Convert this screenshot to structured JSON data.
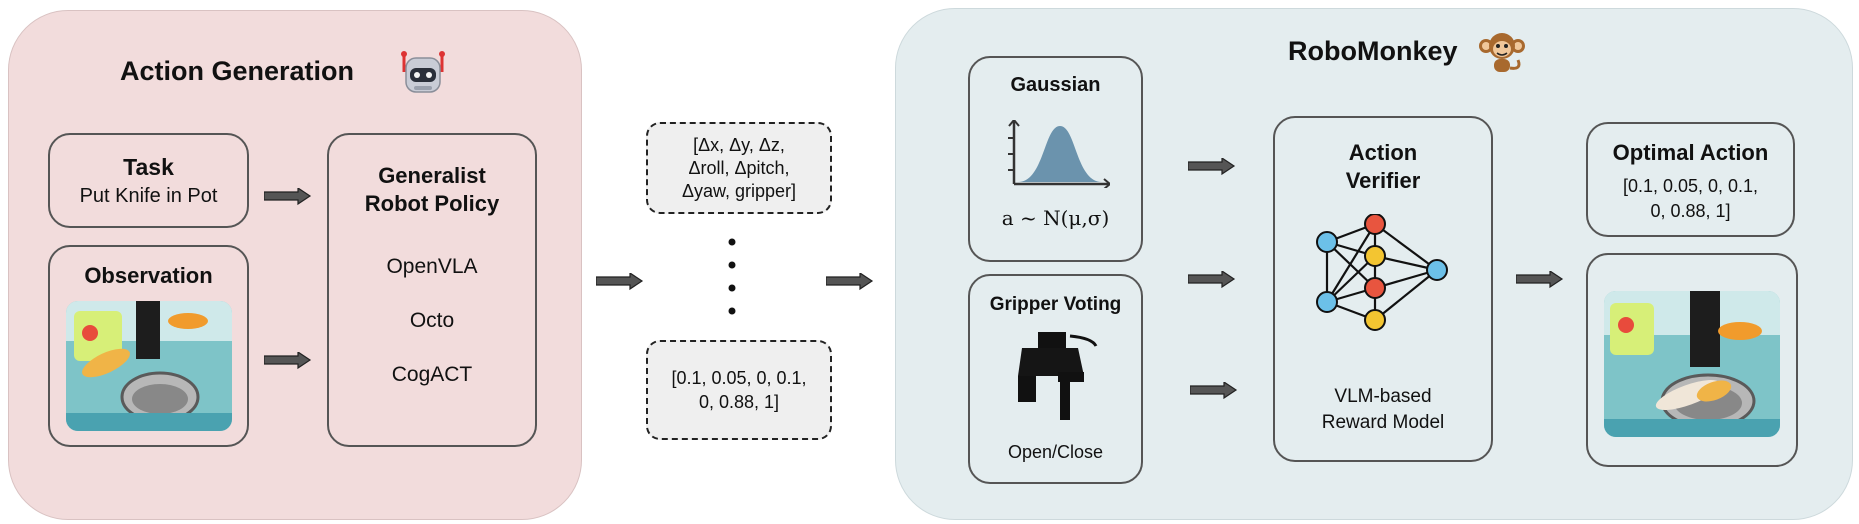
{
  "left_panel": {
    "title": "Action Generation",
    "task": {
      "title": "Task",
      "text": "Put Knife in Pot"
    },
    "observation": {
      "title": "Observation"
    },
    "policy": {
      "title_line1": "Generalist",
      "title_line2": "Robot Policy",
      "models": [
        "OpenVLA",
        "Octo",
        "CogACT"
      ]
    }
  },
  "middle": {
    "action_format_lines": [
      "[Δx, Δy, Δz,",
      "Δroll, Δpitch,",
      "Δyaw, gripper]"
    ],
    "example_action_lines": [
      "[0.1, 0.05, 0, 0.1,",
      "0, 0.88, 1]"
    ]
  },
  "right_panel": {
    "title": "RoboMonkey",
    "gaussian": {
      "title": "Gaussian",
      "formula": "a ~ N(μ,σ)"
    },
    "gripper_voting": {
      "title": "Gripper Voting",
      "caption": "Open/Close"
    },
    "verifier": {
      "title_line1": "Action",
      "title_line2": "Verifier",
      "caption_line1": "VLM-based",
      "caption_line2": "Reward Model"
    },
    "optimal": {
      "title": "Optimal Action",
      "value_lines": [
        "[0.1, 0.05, 0, 0.1,",
        "0, 0.88, 1]"
      ]
    }
  },
  "colors": {
    "left_bg": "#f2dcdc",
    "right_bg": "#e4edef",
    "gaussian_fill": "#6b93ad",
    "node_red": "#e8553f",
    "node_yellow": "#f3c531",
    "node_blue": "#6cc0e8"
  }
}
